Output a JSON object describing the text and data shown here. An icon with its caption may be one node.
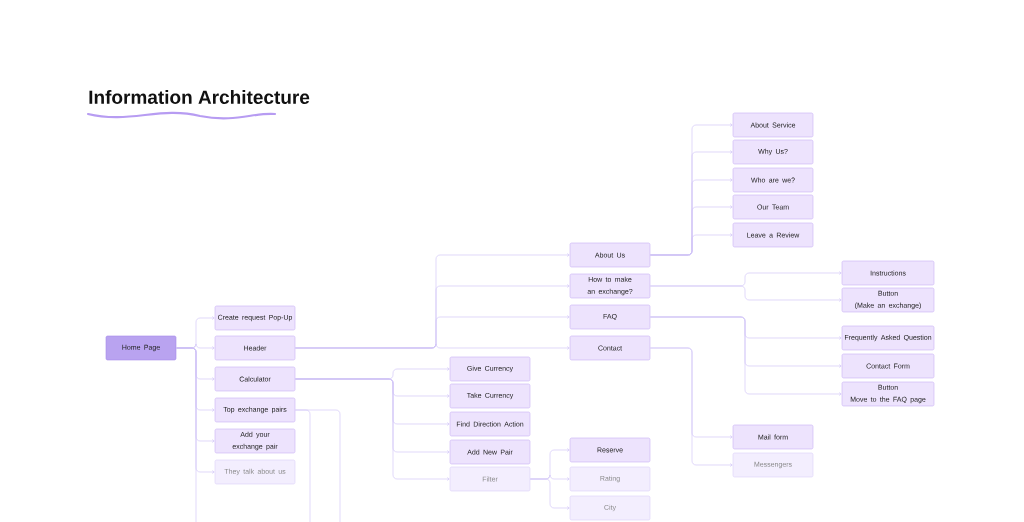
{
  "diagram": {
    "title": "Information Architecture",
    "nodes": [
      {
        "text": [
          "Home Page"
        ]
      },
      {
        "text": [
          "Create request Pop-Up"
        ]
      },
      {
        "text": [
          "Header"
        ]
      },
      {
        "text": [
          "Calculator"
        ]
      },
      {
        "text": [
          "Top exchange pairs"
        ]
      },
      {
        "text": [
          "Add your exchange pair"
        ]
      },
      {
        "text": [
          "They talk about us"
        ]
      },
      {
        "text": [
          "Give Currency"
        ]
      },
      {
        "text": [
          "Take Currency"
        ]
      },
      {
        "text": [
          "Find Direction Action"
        ]
      },
      {
        "text": [
          "Add New Pair"
        ]
      },
      {
        "text": [
          "Filter"
        ]
      },
      {
        "text": [
          "About Us"
        ]
      },
      {
        "text": [
          "How to make an exchange?"
        ]
      },
      {
        "text": [
          "FAQ"
        ]
      },
      {
        "text": [
          "Contact"
        ]
      },
      {
        "text": [
          "Reserve"
        ]
      },
      {
        "text": [
          "Rating"
        ]
      },
      {
        "text": [
          "City"
        ]
      },
      {
        "text": [
          "About Service"
        ]
      },
      {
        "text": [
          "Why Us?"
        ]
      },
      {
        "text": [
          "Who are we?"
        ]
      },
      {
        "text": [
          "Our Team"
        ]
      },
      {
        "text": [
          "Leave a Review"
        ]
      },
      {
        "text": [
          "Mail form"
        ]
      },
      {
        "text": [
          "Messengers"
        ]
      },
      {
        "text": [
          "Instructions"
        ]
      },
      {
        "text": [
          "Button",
          "(Make an exchange)"
        ]
      },
      {
        "text": [
          "Frequently Asked Question"
        ]
      },
      {
        "text": [
          "Contact Form"
        ]
      },
      {
        "text": [
          "Button",
          "Move to the FAQ page"
        ]
      }
    ],
    "edges": [
      {
        "from": 0,
        "to": 1,
        "arrow": "to"
      },
      {
        "from": 0,
        "to": 2,
        "arrow": "to"
      },
      {
        "from": 0,
        "to": 3,
        "arrow": "to"
      },
      {
        "from": 0,
        "to": 4,
        "arrow": "to"
      },
      {
        "from": 0,
        "to": 5,
        "arrow": "to"
      },
      {
        "from": 0,
        "to": 6,
        "arrow": "to"
      },
      {
        "from": 0,
        "to": null,
        "arrow": "none"
      },
      {
        "from": 2,
        "to": 12,
        "arrow": "to"
      },
      {
        "from": 2,
        "to": 13,
        "arrow": "to"
      },
      {
        "from": 2,
        "to": 14,
        "arrow": "to"
      },
      {
        "from": 2,
        "to": 15,
        "arrow": "to"
      },
      {
        "from": 3,
        "to": 7,
        "arrow": "to"
      },
      {
        "from": 3,
        "to": 8,
        "arrow": "to"
      },
      {
        "from": 3,
        "to": 9,
        "arrow": "to"
      },
      {
        "from": 3,
        "to": 10,
        "arrow": "to"
      },
      {
        "from": 3,
        "to": 11,
        "arrow": "to"
      },
      {
        "from": 4,
        "to": null,
        "arrow": "none"
      },
      {
        "from": 4,
        "to": null,
        "arrow": "none"
      },
      {
        "from": 11,
        "to": 16,
        "arrow": "to"
      },
      {
        "from": 11,
        "to": 17,
        "arrow": "to"
      },
      {
        "from": 11,
        "to": 18,
        "arrow": "to"
      },
      {
        "from": 12,
        "to": 19,
        "arrow": "to"
      },
      {
        "from": 12,
        "to": 20,
        "arrow": "to"
      },
      {
        "from": 12,
        "to": 21,
        "arrow": "to"
      },
      {
        "from": 12,
        "to": 22,
        "arrow": "to"
      },
      {
        "from": 12,
        "to": 23,
        "arrow": "to"
      },
      {
        "from": 13,
        "to": 26,
        "arrow": "to"
      },
      {
        "from": 13,
        "to": 27,
        "arrow": "to"
      },
      {
        "from": 14,
        "to": 28,
        "arrow": "to"
      },
      {
        "from": 14,
        "to": 29,
        "arrow": "to"
      },
      {
        "from": 14,
        "to": 30,
        "arrow": "to"
      },
      {
        "from": 15,
        "to": 24,
        "arrow": "to"
      },
      {
        "from": 15,
        "to": 25,
        "arrow": "to"
      }
    ]
  }
}
